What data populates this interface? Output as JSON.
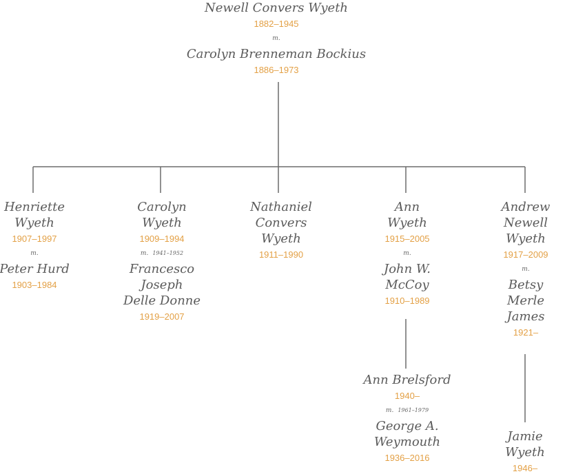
{
  "marriage_mark": "m.",
  "root": {
    "name": "Newell Convers Wyeth",
    "years": "1882–1945",
    "spouse": {
      "name": "Carolyn Brenneman Bockius",
      "years": "1886–1973"
    }
  },
  "children": [
    {
      "name": "Henriette\nWyeth",
      "years": "1907–1997",
      "marriage_span": "",
      "spouse": {
        "name": "Peter Hurd",
        "years": "1903–1984"
      }
    },
    {
      "name": "Carolyn\nWyeth",
      "years": "1909–1994",
      "marriage_span": "1941–1952",
      "spouse": {
        "name": "Francesco\nJoseph\nDelle Donne",
        "years": "1919–2007"
      }
    },
    {
      "name": "Nathaniel\nConvers\nWyeth",
      "years": "1911–1990"
    },
    {
      "name": "Ann\nWyeth",
      "years": "1915–2005",
      "marriage_span": "",
      "spouse": {
        "name": "John W.\nMcCoy",
        "years": "1910–1989"
      },
      "child": {
        "name": "Ann Brelsford",
        "years": "1940–",
        "marriage_span": "1961–1979",
        "spouse": {
          "name": "George A.\nWeymouth",
          "years": "1936–2016"
        }
      }
    },
    {
      "name": "Andrew\nNewell\nWyeth",
      "years": "1917–2009",
      "marriage_span": "",
      "spouse": {
        "name": "Betsy\nMerle\nJames",
        "years": "1921–"
      },
      "child": {
        "name": "Jamie Wyeth",
        "years": "1946–"
      }
    }
  ]
}
